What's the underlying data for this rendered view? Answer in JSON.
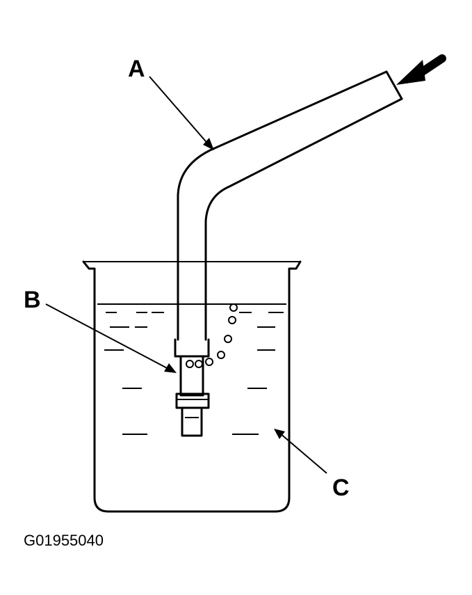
{
  "labels": {
    "a": "A",
    "b": "B",
    "c": "C"
  },
  "figure_code": "G01955040",
  "colors": {
    "ink": "#000000",
    "background": "#ffffff"
  }
}
